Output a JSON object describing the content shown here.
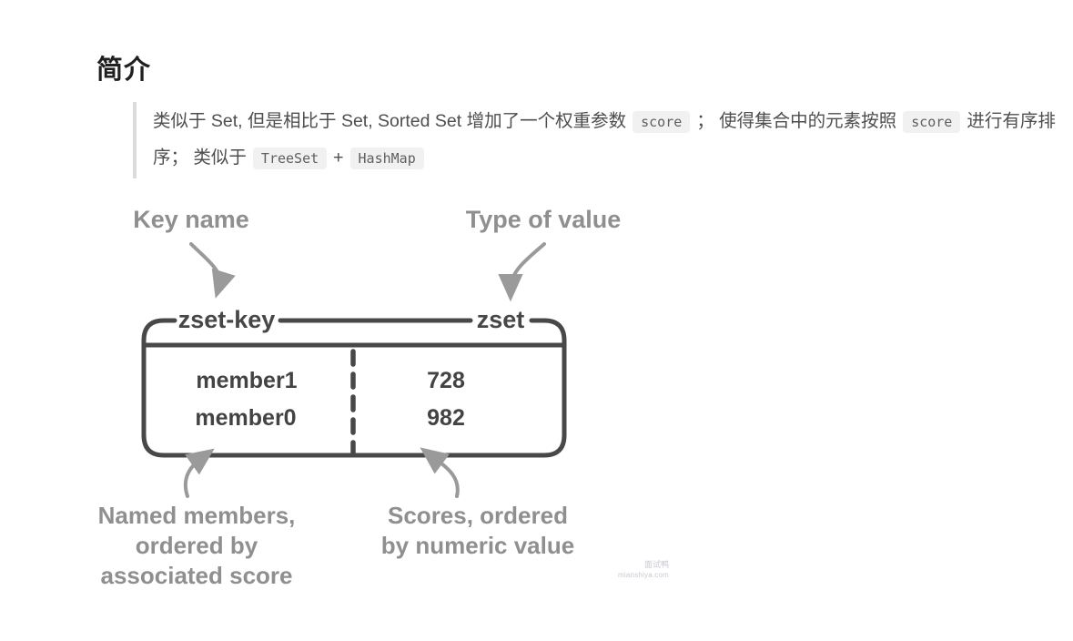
{
  "header": {
    "title": "简介"
  },
  "intro": {
    "segments": [
      {
        "type": "text",
        "text": "类似于 Set, 但是相比于 Set, Sorted Set 增加了一个权重参数"
      },
      {
        "type": "code",
        "text": "score"
      },
      {
        "type": "text",
        "text": "； 使得集合中的元素按照"
      },
      {
        "type": "code",
        "text": "score"
      },
      {
        "type": "text",
        "text": "进行有序排序； 类似于"
      },
      {
        "type": "code",
        "text": "TreeSet"
      },
      {
        "type": "text",
        "text": "+"
      },
      {
        "type": "code",
        "text": "HashMap"
      }
    ]
  },
  "diagram": {
    "key_name_label": "Key name",
    "type_of_value_label": "Type of value",
    "key": "zset-key",
    "type": "zset",
    "members": [
      "member1",
      "member0"
    ],
    "scores": [
      "728",
      "982"
    ],
    "members_caption": "Named members,\nordered by\nassociated score",
    "scores_caption": "Scores, ordered\nby numeric value",
    "box_stroke_color": "#484848",
    "annotation_color": "#9a9a9a"
  },
  "watermark": {
    "line1": "面试鸭",
    "line2": "mianshiya.com"
  }
}
